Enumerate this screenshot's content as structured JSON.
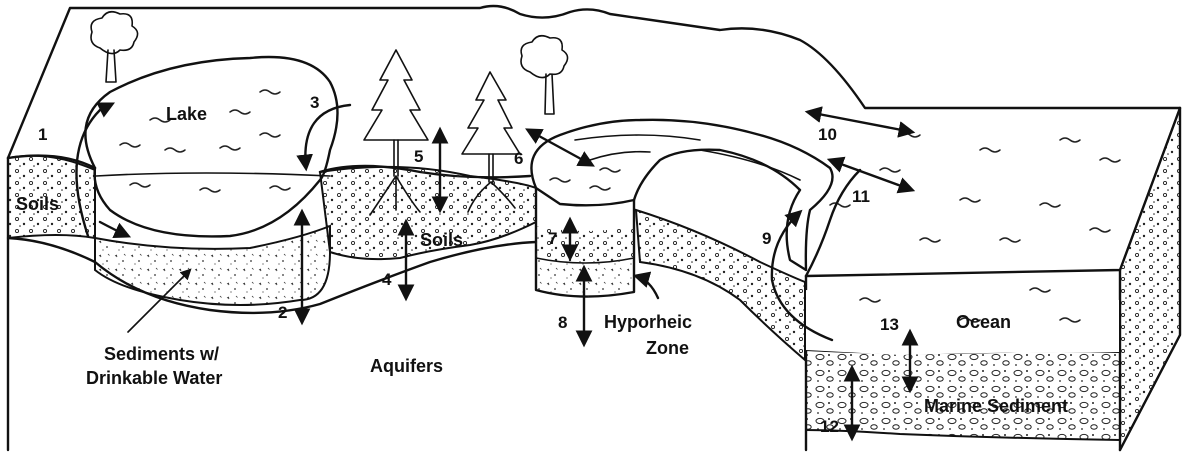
{
  "labels": {
    "lake": "Lake",
    "soils_left": "Soils",
    "soils_middle": "Soils",
    "sediments_line1": "Sediments w/",
    "sediments_line2": "Drinkable Water",
    "aquifers": "Aquifers",
    "hyporheic_line1": "Hyporheic",
    "hyporheic_line2": "Zone",
    "ocean": "Ocean",
    "marine_sediment": "Marine Sediment"
  },
  "numbers": {
    "n1": "1",
    "n2": "2",
    "n3": "3",
    "n4": "4",
    "n5": "5",
    "n6": "6",
    "n7": "7",
    "n8": "8",
    "n9": "9",
    "n10": "10",
    "n11": "11",
    "n12": "12",
    "n13": "13"
  },
  "icons": [
    "deciduous-tree-icon",
    "conifer-tree-icon",
    "double-arrow-icon",
    "curved-arrow-icon"
  ],
  "colors": {
    "ink": "#111111",
    "background": "#ffffff"
  }
}
